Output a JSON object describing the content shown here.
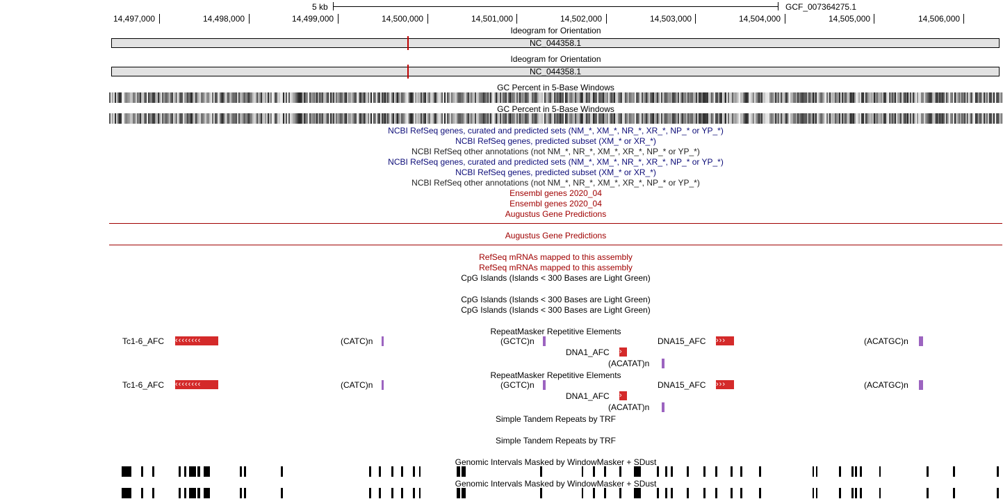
{
  "ruler": {
    "scale_label": "5 kb",
    "assembly_label": "GCF_007364275.1",
    "ticks": [
      "14,497,000",
      "14,498,000",
      "14,499,000",
      "14,500,000",
      "14,501,000",
      "14,502,000",
      "14,503,000",
      "14,504,000",
      "14,505,000",
      "14,506,000"
    ]
  },
  "ideogram": {
    "title": "Ideogram for Orientation",
    "chrom": "NC_044358.1",
    "highlight_color": "#c00000"
  },
  "gc": {
    "title": "GC Percent in 5-Base Windows"
  },
  "refseq": {
    "curated": "NCBI RefSeq genes, curated and predicted sets (NM_*, XM_*, NR_*, XR_*, NP_* or YP_*)",
    "predicted": "NCBI RefSeq genes, predicted subset (XM_* or XR_*)",
    "other": "NCBI RefSeq other annotations (not NM_*, NR_*, XM_*, XR_*, NP_* or YP_*)"
  },
  "ensembl": {
    "title": "Ensembl genes 2020_04"
  },
  "augustus": {
    "title": "Augustus Gene Predictions"
  },
  "refseq_mrna": {
    "title": "RefSeq mRNAs mapped to this assembly"
  },
  "cpg": {
    "title": "CpG Islands (Islands < 300 Bases are Light Green)"
  },
  "repeatmasker": {
    "title": "RepeatMasker Repetitive Elements",
    "elements": {
      "tc1": {
        "label": "Tc1-6_AFC",
        "glyph": "‹‹‹‹‹‹‹‹"
      },
      "catc": {
        "label": "(CATC)n"
      },
      "gctc": {
        "label": "(GCTC)n"
      },
      "dna15": {
        "label": "DNA15_AFC",
        "glyph": "›››"
      },
      "dna1": {
        "label": "DNA1_AFC",
        "glyph": "›"
      },
      "acatat": {
        "label": "(ACATAT)n"
      },
      "acatgc": {
        "label": "(ACATGC)n"
      }
    }
  },
  "trf": {
    "title": "Simple Tandem Repeats by TRF"
  },
  "windowmasker": {
    "title": "Genomic Intervals Masked by WindowMasker + SDust"
  },
  "colors": {
    "track_red": "#a00000",
    "track_navy": "#0c0c78",
    "repeat_red": "#d42a2a",
    "repeat_purple": "#9c64c0"
  }
}
